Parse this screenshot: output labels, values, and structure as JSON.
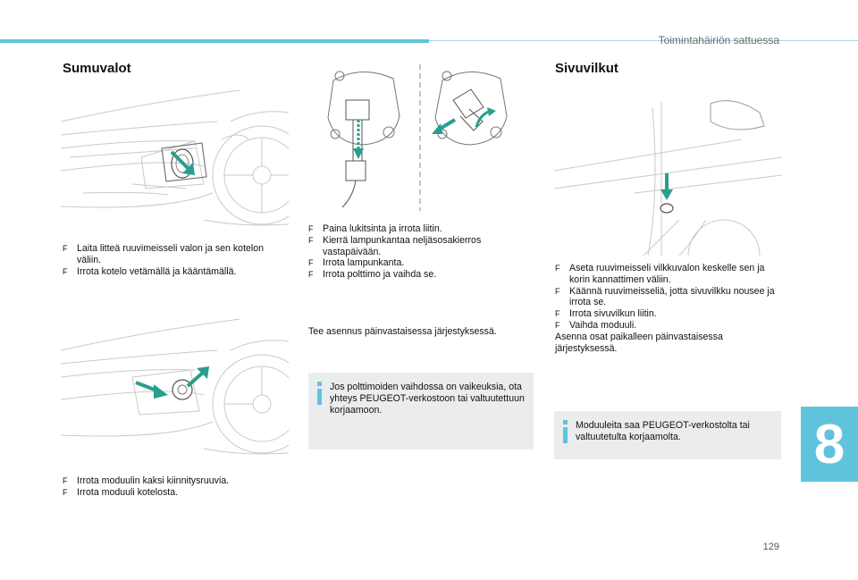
{
  "header": {
    "chapter_title": "Toimintahäiriön sattuessa",
    "accent_color": "#5fc3dc"
  },
  "left": {
    "title": "Sumuvalot",
    "steps_a": [
      {
        "marker": "F",
        "text": "Laita litteä ruuvimeisseli valon ja sen kotelon väliin."
      },
      {
        "marker": "F",
        "text": "Irrota kotelo vetämällä ja kääntämällä."
      }
    ],
    "steps_b": [
      {
        "marker": "F",
        "text": "Irrota moduulin kaksi kiinnitysruuvia."
      },
      {
        "marker": "F",
        "text": "Irrota moduuli kotelosta."
      }
    ]
  },
  "middle": {
    "steps": [
      {
        "marker": "F",
        "text": "Paina lukitsinta ja irrota liitin."
      },
      {
        "marker": "F",
        "text": "Kierrä lampunkantaa neljäsosakierros vastapäivään."
      },
      {
        "marker": "F",
        "text": "Irrota lampunkanta."
      },
      {
        "marker": "F",
        "text": "Irrota polttimo ja vaihda se."
      }
    ],
    "note": "Tee asennus päinvastaisessa järjestyksessä.",
    "info": "Jos polttimoiden vaihdossa on vaikeuksia, ota yhteys PEUGEOT-verkostoon tai valtuutettuun korjaamoon."
  },
  "right": {
    "title": "Sivuvilkut",
    "steps": [
      {
        "marker": "F",
        "text": "Aseta ruuvimeisseli vilkkuvalon keskelle sen ja korin kannattimen väliin."
      },
      {
        "marker": "F",
        "text": "Käännä ruuvimeisseliä, jotta sivuvilkku nousee ja irrota se."
      },
      {
        "marker": "F",
        "text": "Irrota sivuvilkun liitin."
      },
      {
        "marker": "F",
        "text": "Vaihda moduuli."
      }
    ],
    "note": "Asenna osat paikalleen päinvastaisessa järjestyksessä.",
    "info": "Moduuleita saa PEUGEOT-verkostolta tai valtuutetulta korjaamolta."
  },
  "chapter_tab": "8",
  "page_number": "129",
  "icons": [
    "info-icon",
    "arrow-icon"
  ],
  "colors": {
    "arrow": "#2a9d8f",
    "info_box": "#eaecee"
  }
}
